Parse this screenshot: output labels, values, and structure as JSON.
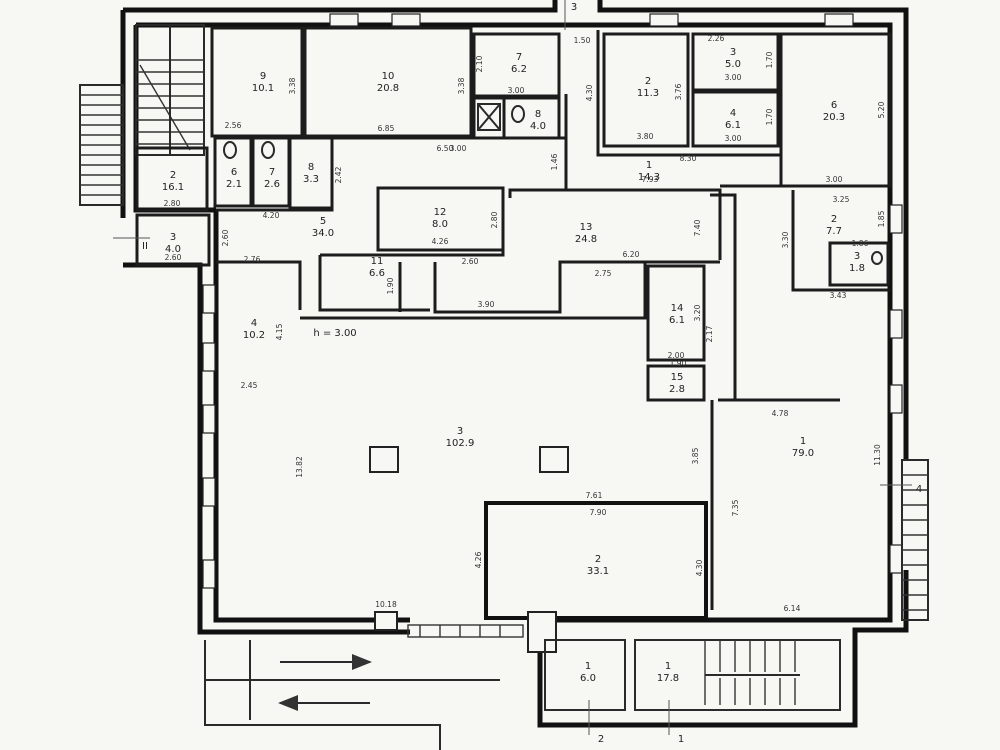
{
  "rooms": [
    {
      "num": "9",
      "area": "10.1"
    },
    {
      "num": "10",
      "area": "20.8"
    },
    {
      "num": "7",
      "area": "6.2"
    },
    {
      "num": "8",
      "area": "4.0"
    },
    {
      "num": "2",
      "area": "11.3"
    },
    {
      "num": "3",
      "area": "5.0"
    },
    {
      "num": "4",
      "area": "6.1"
    },
    {
      "num": "6",
      "area": "20.3"
    },
    {
      "num": "2",
      "area": "16.1"
    },
    {
      "num": "6",
      "area": "2.1"
    },
    {
      "num": "7",
      "area": "2.6"
    },
    {
      "num": "8",
      "area": "3.3"
    },
    {
      "num": "5",
      "area": "34.0"
    },
    {
      "num": "1",
      "area": "14.3"
    },
    {
      "num": "12",
      "area": "8.0"
    },
    {
      "num": "13",
      "area": "24.8"
    },
    {
      "num": "11",
      "area": "6.6"
    },
    {
      "num": "2",
      "area": "7.7"
    },
    {
      "num": "3",
      "area": "1.8"
    },
    {
      "num": "3",
      "area": "4.0"
    },
    {
      "num": "4",
      "area": "10.2"
    },
    {
      "num": "14",
      "area": "6.1"
    },
    {
      "num": "15",
      "area": "2.8"
    },
    {
      "num": "3",
      "area": "102.9"
    },
    {
      "num": "1",
      "area": "79.0"
    },
    {
      "num": "2",
      "area": "33.1"
    },
    {
      "num": "1",
      "area": "6.0"
    },
    {
      "num": "1",
      "area": "17.8"
    }
  ],
  "dimensions": [
    "2.56",
    "3.38",
    "6.85",
    "3.38",
    "2.10",
    "3.00",
    "1.50",
    "4.30",
    "3.80",
    "3.76",
    "2.26",
    "1.70",
    "3.00",
    "1.70",
    "3.00",
    "5.20",
    "8.30",
    "7.93",
    "3.00",
    "6.50",
    "1.46",
    "2.42",
    "2.80",
    "4.20",
    "4.26",
    "2.80",
    "3.00",
    "3.25",
    "1.85",
    "1.86",
    "3.30",
    "3.43",
    "2.60",
    "2.76",
    "2.60",
    "1.90",
    "3.90",
    "2.75",
    "6.20",
    "7.40",
    "3.20",
    "2.17",
    "2.00",
    "4.15",
    "2.45",
    "13.82",
    "10.18",
    "4.78",
    "11.30",
    "3.85",
    "7.61",
    "7.90",
    "4.26",
    "4.30",
    "7.35",
    "6.14",
    "1.90",
    "2.60"
  ],
  "ceiling_height": "h = 3.00",
  "section_marks": [
    "3",
    "II",
    "4",
    "2",
    "1"
  ]
}
